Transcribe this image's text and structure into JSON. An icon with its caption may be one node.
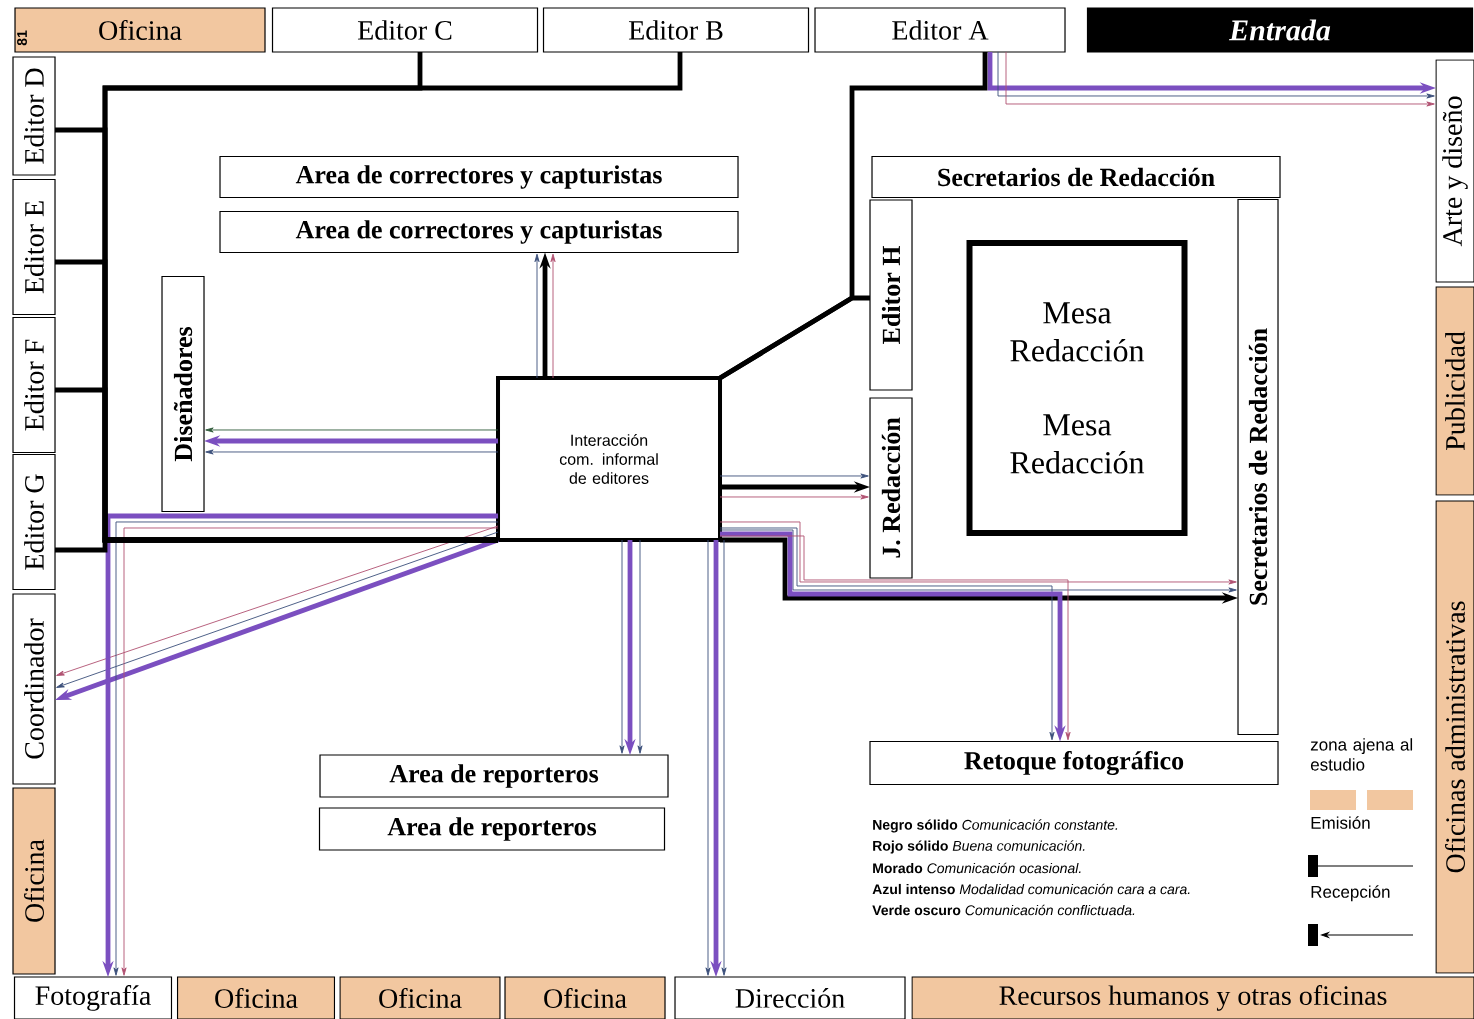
{
  "diagram": {
    "nodes": [
      {
        "text": [
          "Oficina"
        ]
      },
      {
        "text": [
          "Editor C"
        ]
      },
      {
        "text": [
          "Editor B"
        ]
      },
      {
        "text": [
          "Editor A"
        ]
      },
      {
        "text": [
          "Entrada"
        ]
      },
      {
        "text": [
          "Editor D"
        ]
      },
      {
        "text": [
          "Editor E"
        ]
      },
      {
        "text": [
          "Editor F"
        ]
      },
      {
        "text": [
          "Editor G"
        ]
      },
      {
        "text": [
          "Coordinador"
        ]
      },
      {
        "text": [
          "Oficina"
        ]
      },
      {
        "text": [
          "Arte y diseño"
        ]
      },
      {
        "text": [
          "Publicidad"
        ]
      },
      {
        "text": [
          "Oficinas administrativas"
        ]
      },
      {
        "text": [
          "Area de correctores y capturistas"
        ]
      },
      {
        "text": [
          "Area de correctores y capturistas"
        ]
      },
      {
        "text": [
          "Secretarios de Redacción"
        ]
      },
      {
        "text": [
          "Editor H"
        ]
      },
      {
        "text": [
          "J. Redacción"
        ]
      },
      {
        "text": [
          "Mesa Redacción",
          "Mesa Redacción"
        ]
      },
      {
        "text": [
          "Secretarios de Redacción"
        ]
      },
      {
        "text": [
          "Diseñadores"
        ]
      },
      {
        "text": [
          "Interacción com. informal de editores"
        ]
      },
      {
        "text": [
          "Retoque fotográfico"
        ]
      },
      {
        "text": [
          "Area de reporteros"
        ]
      },
      {
        "text": [
          "Area de reporteros"
        ]
      },
      {
        "text": [
          "Fotografía"
        ]
      },
      {
        "text": [
          "Oficina"
        ]
      },
      {
        "text": [
          "Oficina"
        ]
      },
      {
        "text": [
          "Oficina"
        ]
      },
      {
        "text": [
          "Dirección"
        ]
      },
      {
        "text": [
          "Recursos humanos y otras oficinas"
        ]
      }
    ],
    "edges": [
      {
        "from": 22,
        "to": 15,
        "arrow": "to",
        "color": "#3b4f7a"
      },
      {
        "from": 22,
        "to": 15,
        "arrow": "to",
        "style": "thick",
        "color": "#000000"
      },
      {
        "from": 22,
        "to": 15,
        "arrow": "to",
        "color": "#b05070"
      },
      {
        "from": 22,
        "to": 21,
        "arrow": "to",
        "color": "#2f5a3a"
      },
      {
        "from": 22,
        "to": 21,
        "arrow": "to",
        "style": "thick",
        "color": "#7b4fc0"
      },
      {
        "from": 22,
        "to": 21,
        "arrow": "to",
        "color": "#3b4f7a"
      },
      {
        "from": 22,
        "to": 9,
        "arrow": "to",
        "color": "#b05070"
      },
      {
        "from": 22,
        "to": 9,
        "arrow": "to",
        "color": "#3b4f7a"
      },
      {
        "from": 22,
        "to": 9,
        "arrow": "to",
        "style": "thick",
        "color": "#7b4fc0"
      },
      {
        "from": 22,
        "to": 24,
        "arrow": "to",
        "color": "#3b4f7a"
      },
      {
        "from": 22,
        "to": 24,
        "arrow": "to",
        "style": "thick",
        "color": "#7b4fc0"
      },
      {
        "from": 22,
        "to": 24,
        "arrow": "to",
        "color": "#3b4f7a"
      },
      {
        "from": 22,
        "to": 18,
        "arrow": "to",
        "color": "#3b4f7a"
      },
      {
        "from": 22,
        "to": 18,
        "arrow": "to",
        "style": "thick",
        "color": "#000000"
      },
      {
        "from": 22,
        "to": 18,
        "arrow": "to",
        "color": "#b05070"
      },
      {
        "from": 22,
        "to": 20,
        "arrow": "to",
        "color": "#b05070"
      },
      {
        "from": 22,
        "to": 20,
        "arrow": "to",
        "color": "#3b4f7a"
      },
      {
        "from": 22,
        "to": 20,
        "arrow": "to",
        "style": "thick",
        "color": "#000000"
      },
      {
        "from": 22,
        "to": 23,
        "arrow": "to",
        "color": "#3b4f7a"
      },
      {
        "from": 22,
        "to": 23,
        "arrow": "to",
        "style": "thick",
        "color": "#7b4fc0"
      },
      {
        "from": 22,
        "to": 23,
        "arrow": "to",
        "color": "#b05070"
      },
      {
        "from": 22,
        "to": 30,
        "arrow": "to",
        "color": "#3b4f7a"
      },
      {
        "from": 22,
        "to": 30,
        "arrow": "to",
        "style": "thick",
        "color": "#7b4fc0"
      },
      {
        "from": 22,
        "to": 30,
        "arrow": "to",
        "color": "#3b4f7a"
      },
      {
        "from": 22,
        "to": 26,
        "arrow": "to",
        "style": "thick",
        "color": "#7b4fc0"
      },
      {
        "from": 22,
        "to": 26,
        "arrow": "to",
        "color": "#3b4f7a"
      },
      {
        "from": 22,
        "to": 26,
        "arrow": "to",
        "color": "#b05070"
      },
      {
        "from": 3,
        "to": 11,
        "arrow": "to",
        "style": "thick",
        "color": "#7b4fc0"
      },
      {
        "from": 3,
        "to": 11,
        "arrow": "to",
        "color": "#3b4f7a"
      },
      {
        "from": 3,
        "to": 11,
        "arrow": "to",
        "color": "#b05070"
      },
      {
        "from": 1,
        "to": 22,
        "arrow": "none",
        "style": "thick",
        "color": "#000000"
      },
      {
        "from": 2,
        "to": 22,
        "arrow": "none",
        "style": "thick",
        "color": "#000000"
      },
      {
        "from": 3,
        "to": 22,
        "arrow": "none",
        "style": "thick",
        "color": "#000000"
      },
      {
        "from": 5,
        "to": 22,
        "arrow": "none",
        "style": "thick",
        "color": "#000000"
      },
      {
        "from": 6,
        "to": 22,
        "arrow": "none",
        "style": "thick",
        "color": "#000000"
      },
      {
        "from": 7,
        "to": 22,
        "arrow": "none",
        "style": "thick",
        "color": "#000000"
      },
      {
        "from": 8,
        "to": 22,
        "arrow": "none",
        "style": "thick",
        "color": "#000000"
      },
      {
        "from": 17,
        "to": 22,
        "arrow": "none",
        "style": "thick",
        "color": "#000000"
      }
    ],
    "labels": [
      "81",
      "**Negro sólido** *Comunicación constante.*",
      "**Rojo sólido** *Buena comunicación.*",
      "**Morado** *Comunicación ocasional.*",
      "**Azul intenso** *Modalidad comunicación cara a cara.*",
      "**Verde oscuro** *Comunicación conflictuada.*"
    ],
    "legend": [
      {
        "text": "zona ajena al estudio",
        "color": "#f2c7a0"
      },
      {
        "text": "Emisión"
      },
      {
        "text": "Recepción"
      }
    ]
  }
}
